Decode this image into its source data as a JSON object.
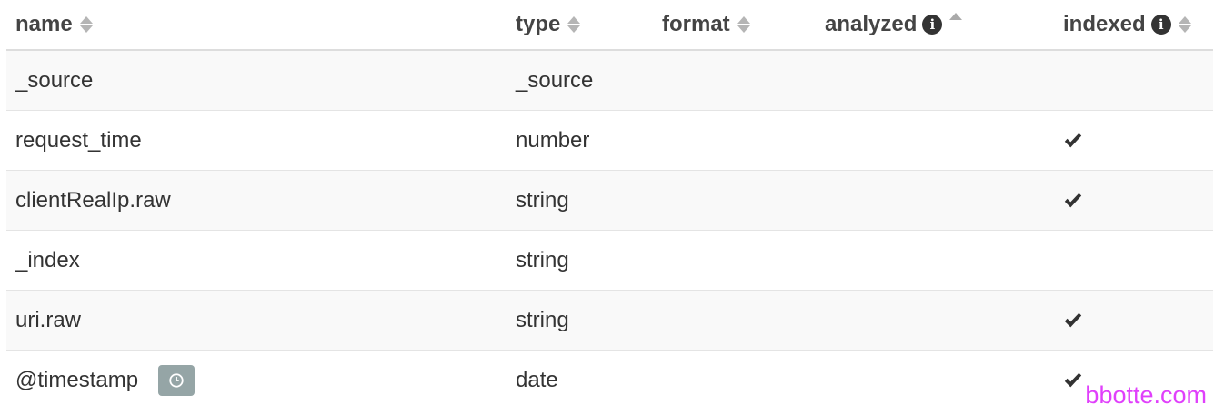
{
  "header": {
    "name": "name",
    "type": "type",
    "format": "format",
    "analyzed": "analyzed",
    "indexed": "indexed"
  },
  "rows": [
    {
      "name": "_source",
      "type": "_source",
      "indexed": false,
      "time_field": false
    },
    {
      "name": "request_time",
      "type": "number",
      "indexed": true,
      "time_field": false
    },
    {
      "name": "clientRealIp.raw",
      "type": "string",
      "indexed": true,
      "time_field": false
    },
    {
      "name": "_index",
      "type": "string",
      "indexed": false,
      "time_field": false
    },
    {
      "name": "uri.raw",
      "type": "string",
      "indexed": true,
      "time_field": false
    },
    {
      "name": "@timestamp",
      "type": "date",
      "indexed": true,
      "time_field": true
    }
  ],
  "icons": {
    "sort": "sort-icon",
    "info": "info-circle-icon",
    "check": "checkmark-icon",
    "clock": "clock-icon"
  },
  "colors": {
    "badge": "#95a5a6",
    "watermark": "#e040fb"
  },
  "watermark": "bbotte.com"
}
